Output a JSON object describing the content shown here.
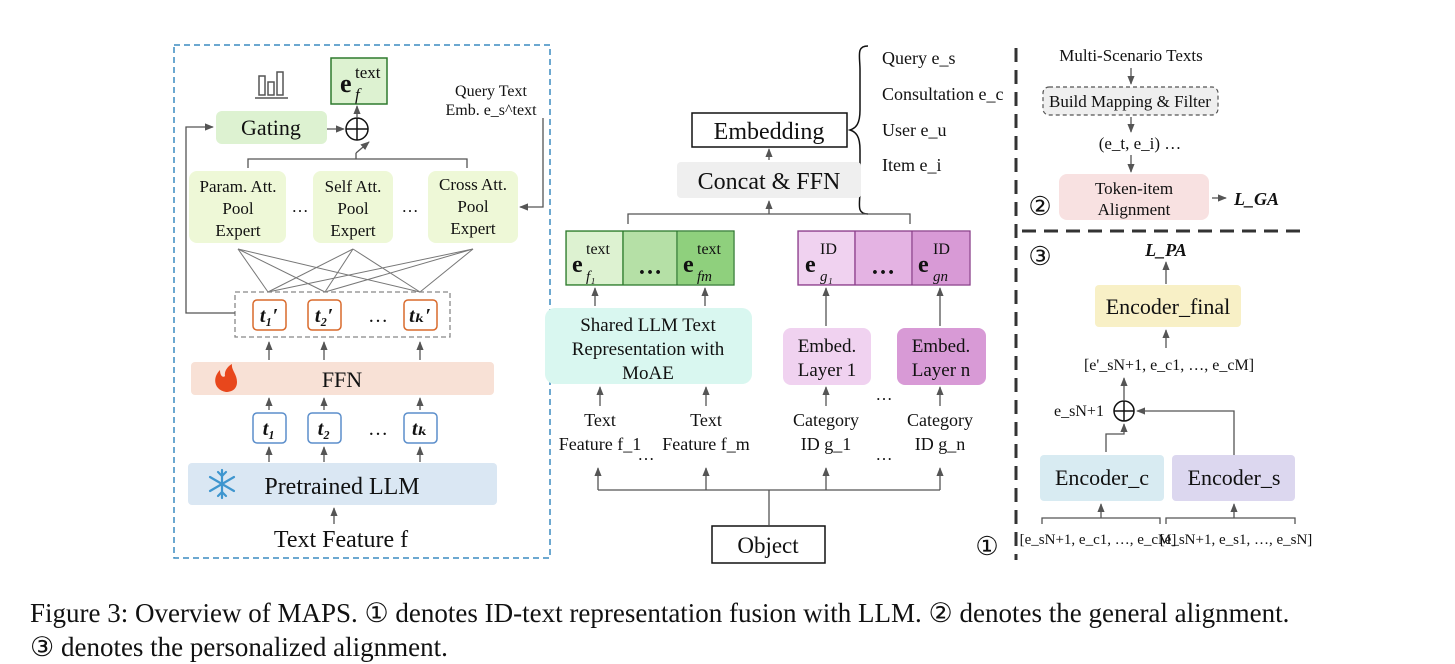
{
  "left_panel": {
    "gating_label": "Gating",
    "output_embedding": "e_f^text",
    "query_text_label_1": "Query Text",
    "query_text_label_2": "Emb. e_s^text",
    "experts": [
      [
        "Param. Att.",
        "Pool",
        "Expert"
      ],
      [
        "Self Att.",
        "Pool",
        "Expert"
      ],
      [
        "Cross Att.",
        "Pool",
        "Expert"
      ]
    ],
    "expert_ellipsis": "…",
    "ffn_label": "FFN",
    "tokens_prime": [
      "t_1'",
      "t_2'",
      "t_k'"
    ],
    "tokens": [
      "t_1",
      "t_2",
      "t_k"
    ],
    "token_ellipsis": "…",
    "pretrained_llm_label": "Pretrained LLM",
    "text_feature_label": "Text Feature f",
    "icons": [
      "bar-chart-icon",
      "plus-circle-icon",
      "fire-icon",
      "snowflake-icon"
    ]
  },
  "middle_panel": {
    "embedding_label": "Embedding",
    "brace_items": [
      "Query e_s",
      "Consultation e_c",
      "User e_u",
      "Item e_i"
    ],
    "concat_label": "Concat & FFN",
    "text_embeddings": [
      "e_f1^text",
      "…",
      "e_fm^text"
    ],
    "id_embeddings": [
      "e_g1^ID",
      "…",
      "e_gn^ID"
    ],
    "shared_llm_label": [
      "Shared LLM Text",
      "Representation with",
      "MoAE"
    ],
    "embed_layer_1": [
      "Embed.",
      "Layer 1"
    ],
    "embed_layer_n": [
      "Embed.",
      "Layer n"
    ],
    "inputs": [
      [
        "Text",
        "Feature f_1"
      ],
      [
        "Text",
        "Feature f_m"
      ],
      [
        "Category",
        "ID g_1"
      ],
      [
        "Category",
        "ID g_n"
      ]
    ],
    "input_ellipsis": "…",
    "object_label": "Object"
  },
  "right_panel": {
    "multi_scenario": "Multi-Scenario Texts",
    "build_mapping": "Build Mapping & Filter",
    "pair_label": "(e_t, e_i) …",
    "token_item": [
      "Token-item",
      "Alignment"
    ],
    "loss_ga": "L_GA",
    "loss_pa": "L_PA",
    "encoder_final": "Encoder_final",
    "concat_seq": "[e'_sN+1, e_c1, …, e_cM]",
    "sum_input": "e_sN+1",
    "encoder_c": "Encoder_c",
    "encoder_s": "Encoder_s",
    "seq_c": "[e_sN+1, e_c1, …, e_cM]",
    "seq_s": "[e_sN+1, e_s1, …, e_sN]",
    "markers": [
      "①",
      "②",
      "③"
    ]
  },
  "colors": {
    "green_box": "#ddf2d1",
    "text_embed": "#b5e0a6",
    "id_embed": "#e4b3e3",
    "expert": "#eef8d7",
    "ffn": "#f8e1d6",
    "llm": "#dae7f3",
    "shared": "#d9f7f0",
    "embed_layer": "#f0d2f0",
    "encoder_final": "#f8f0c6",
    "encoder_c": "#d8ebf2",
    "encoder_s": "#dcd7ef",
    "token_item": "#f8e1e1",
    "concat": "#efefef",
    "token_blue": "#5b8ecb",
    "token_orange": "#d96a2c",
    "dashed_border": "#3c8cc0"
  },
  "caption": {
    "line1": "Figure 3: Overview of MAPS. ① denotes ID-text representation fusion with LLM. ② denotes the general alignment.",
    "line2": "③ denotes the personalized alignment."
  }
}
